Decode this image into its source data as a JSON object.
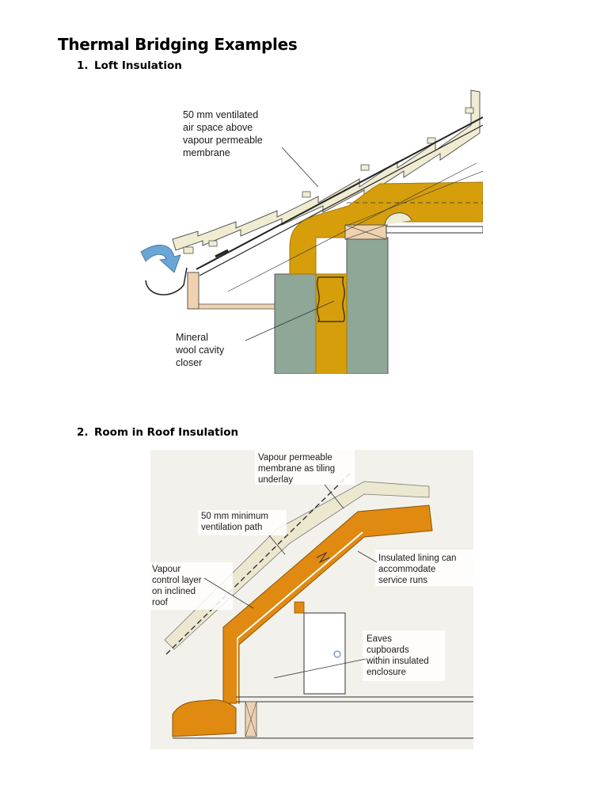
{
  "document": {
    "title": "Thermal Bridging Examples"
  },
  "sections": [
    {
      "number": "1.",
      "heading": "Loft Insulation",
      "figure": {
        "callouts": [
          [
            "50 mm ventilated",
            "air space above",
            "vapour permeable",
            "membrane"
          ],
          [
            "Mineral",
            "wool cavity",
            "closer"
          ]
        ]
      }
    },
    {
      "number": "2.",
      "heading": "Room in Roof Insulation",
      "figure": {
        "callouts": [
          [
            "Vapour permeable",
            "membrane as tiling",
            "underlay"
          ],
          [
            "50 mm minimum",
            "ventilation path"
          ],
          [
            "Vapour",
            "control layer",
            "on inclined",
            "roof"
          ],
          [
            "Insulated lining can",
            "accommodate",
            "service runs"
          ],
          [
            "Eaves",
            "cupboards",
            "within insulated",
            "enclosure"
          ]
        ]
      }
    }
  ],
  "colors": {
    "insulation": "#d69e0a",
    "insulation_dark": "#a77a05",
    "room_insulation": "#e08a12",
    "masonry": "#8ea796",
    "timber": "#f0d2b0",
    "tile": "#efecd2",
    "arrow": "#69a6d6"
  }
}
